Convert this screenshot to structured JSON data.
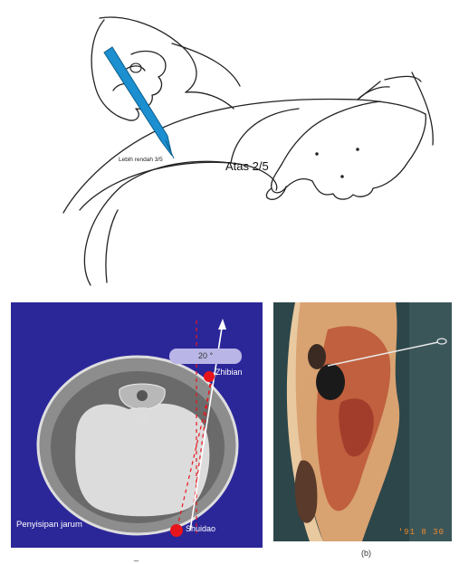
{
  "top_illustration": {
    "label_lower": "Lebih rendah 3/5",
    "label_upper": "Atas 2/5",
    "needle_color": "#1b8fd0"
  },
  "ct_panel": {
    "angle_label": "20 °",
    "point_upper": "Zhibian",
    "point_lower": "Shuidao",
    "caption": "Penyisipan jarum",
    "background_color": "#2b2799",
    "marker_color": "#e8141b"
  },
  "photo_panel": {
    "date_stamp": "'91 8 30"
  },
  "captions": {
    "left": "_",
    "right": "(b)"
  }
}
